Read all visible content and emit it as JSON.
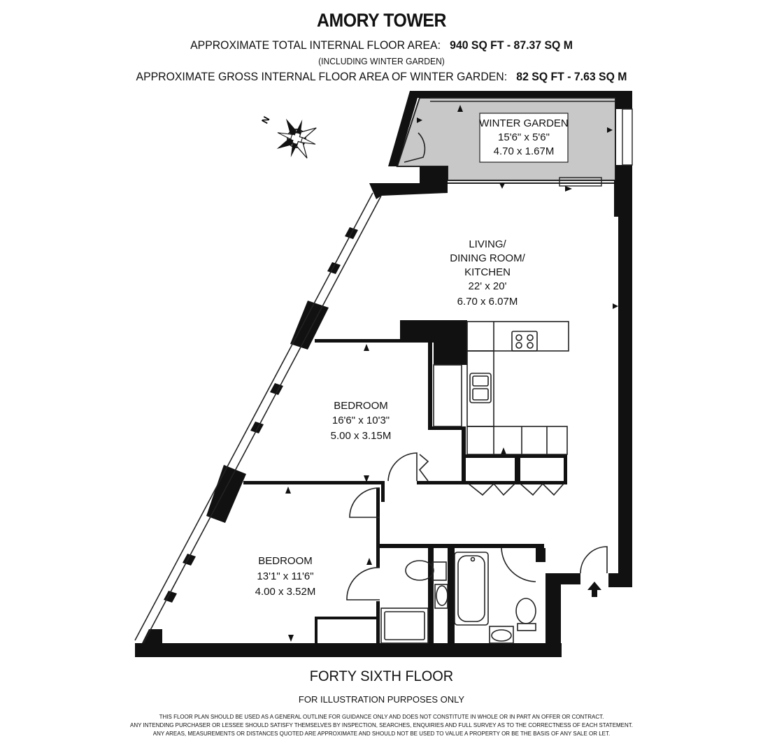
{
  "header": {
    "title": "AMORY TOWER",
    "total_area_label": "APPROXIMATE TOTAL INTERNAL FLOOR AREA:",
    "total_area_value": "940 SQ FT  -  87.37 SQ M",
    "winter_garden_note": "(INCLUDING WINTER GARDEN)",
    "winter_garden_area_label": "APPROXIMATE GROSS INTERNAL FLOOR AREA OF WINTER GARDEN:",
    "winter_garden_area_value": "82 SQ FT  -  7.63 SQ M"
  },
  "compass": {
    "north_label": "N",
    "icon": "compass-rose-icon"
  },
  "rooms": {
    "winter_garden": {
      "name": "WINTER GARDEN",
      "imperial": "15'6\" x 5'6\"",
      "metric": "4.70 x 1.67M",
      "fill": "#c8c8c8"
    },
    "living": {
      "name_1": "LIVING/",
      "name_2": "DINING ROOM/",
      "name_3": "KITCHEN",
      "imperial": "22' x 20'",
      "metric": "6.70 x 6.07M"
    },
    "bedroom1": {
      "name": "BEDROOM",
      "imperial": "16'6\" x 10'3\"",
      "metric": "5.00 x 3.15M"
    },
    "bedroom2": {
      "name": "BEDROOM",
      "imperial": "13'1\" x 11'6\"",
      "metric": "4.00 x 3.52M"
    }
  },
  "footer": {
    "floor_name": "FORTY SIXTH FLOOR",
    "illustration_note": "FOR ILLUSTRATION PURPOSES ONLY",
    "disclaimer_1": "THIS FLOOR PLAN SHOULD BE USED AS A GENERAL OUTLINE FOR GUIDANCE ONLY AND DOES NOT CONSTITUTE IN WHOLE OR IN PART AN OFFER OR CONTRACT.",
    "disclaimer_2": "ANY INTENDING PURCHASER OR LESSEE SHOULD SATISFY THEMSELVES BY INSPECTION, SEARCHES, ENQUIRIES AND FULL SURVEY AS TO THE CORRECTNESS OF EACH STATEMENT.",
    "disclaimer_3": "ANY AREAS, MEASUREMENTS OR DISTANCES QUOTED ARE APPROXIMATE AND SHOULD NOT BE USED TO VALUE A PROPERTY OR BE THE BASIS OF ANY SALE OR LET."
  },
  "colors": {
    "wall": "#111111",
    "line": "#222222",
    "winter_garden": "#c8c8c8"
  }
}
